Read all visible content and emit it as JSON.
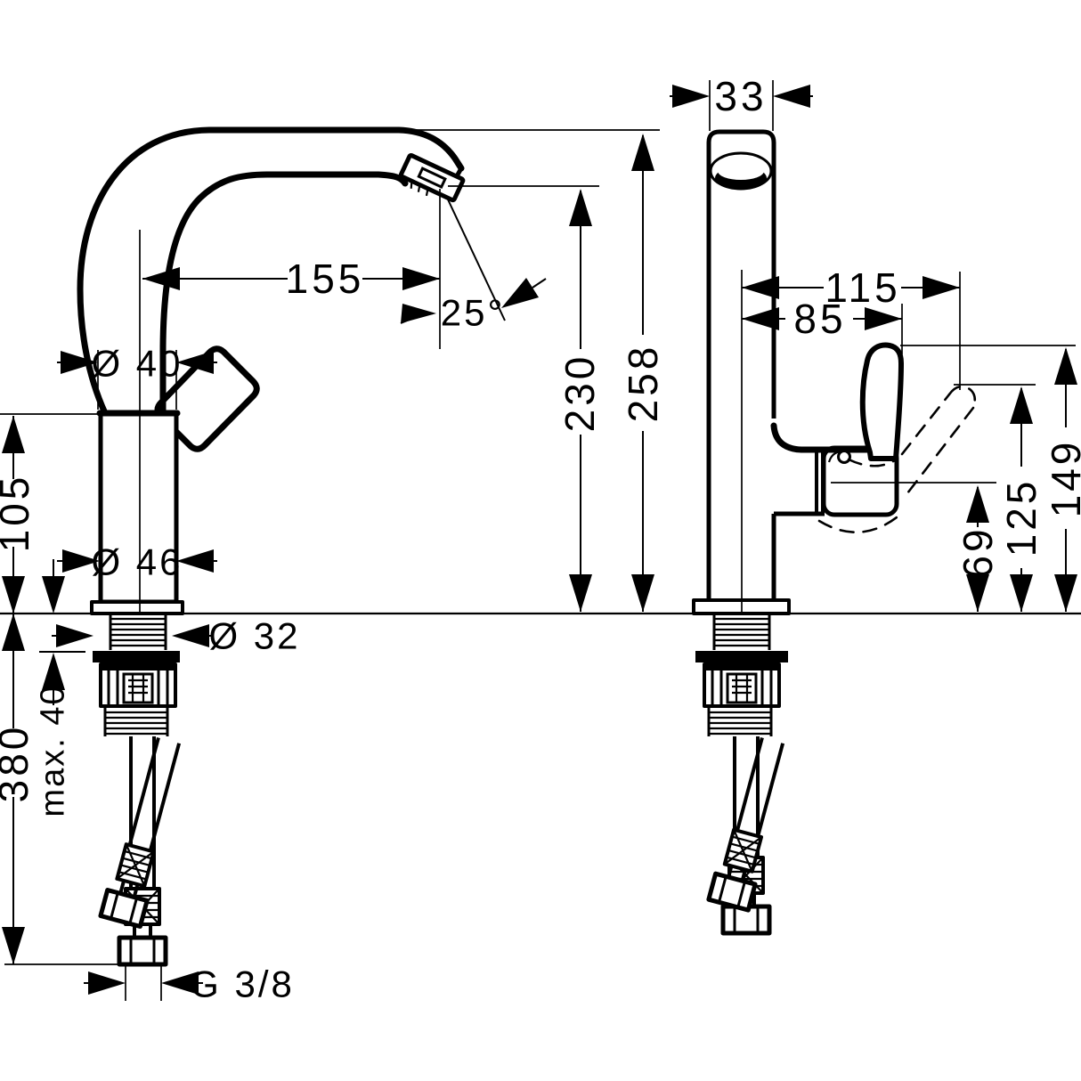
{
  "page": {
    "background": "#ffffff",
    "line_color": "#000000"
  },
  "drawing": {
    "kind": "technical-dimension-drawing",
    "subject": "Single-lever basin mixer tap with high swivel spout, flexible connection hoses; side elevation and front elevation",
    "units": "mm",
    "views": [
      {
        "id": "side",
        "label": "side view with spout reach and mounting dimensions"
      },
      {
        "id": "front",
        "label": "front view with handle travel dimensions"
      }
    ]
  },
  "dims": {
    "spout_reach": "155",
    "spout_angle": "25°",
    "column_diameter": "Ø 40",
    "body_height": "105",
    "body_diameter": "Ø 46",
    "hole_diameter": "Ø 32",
    "max_deck_thickness": "max. 40",
    "hose_length": "380",
    "thread": "G 3/8",
    "spout_tube_width": "33",
    "outlet_height": "230",
    "overall_height": "258",
    "handle_reach_raised": "115",
    "handle_reach": "85",
    "handle_top_height": "149",
    "handle_raised_height": "125",
    "handle_base_height": "69"
  }
}
